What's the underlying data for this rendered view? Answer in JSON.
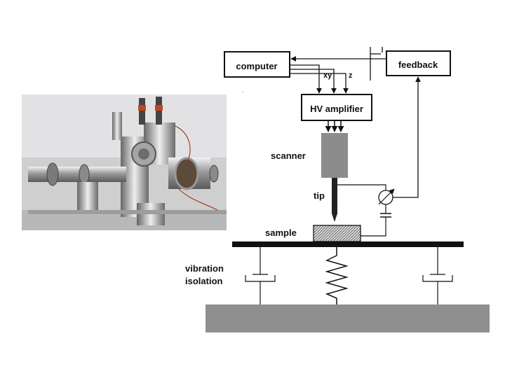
{
  "photo": {
    "description_icon": "uhv-stm-chamber-photo"
  },
  "diagram": {
    "computer": "computer",
    "feedback": "feedback",
    "hv_amplifier": "HV amplifier",
    "xy": "xy",
    "z": "z",
    "scanner": "scanner",
    "tip": "tip",
    "sample": "sample",
    "vibration": "vibration",
    "isolation": "isolation"
  },
  "colors": {
    "scanner_fill": "#8c8c8c",
    "base_fill": "#8f8f8f",
    "table_fill": "#111111",
    "photo_bg": "#cfcfd0"
  }
}
